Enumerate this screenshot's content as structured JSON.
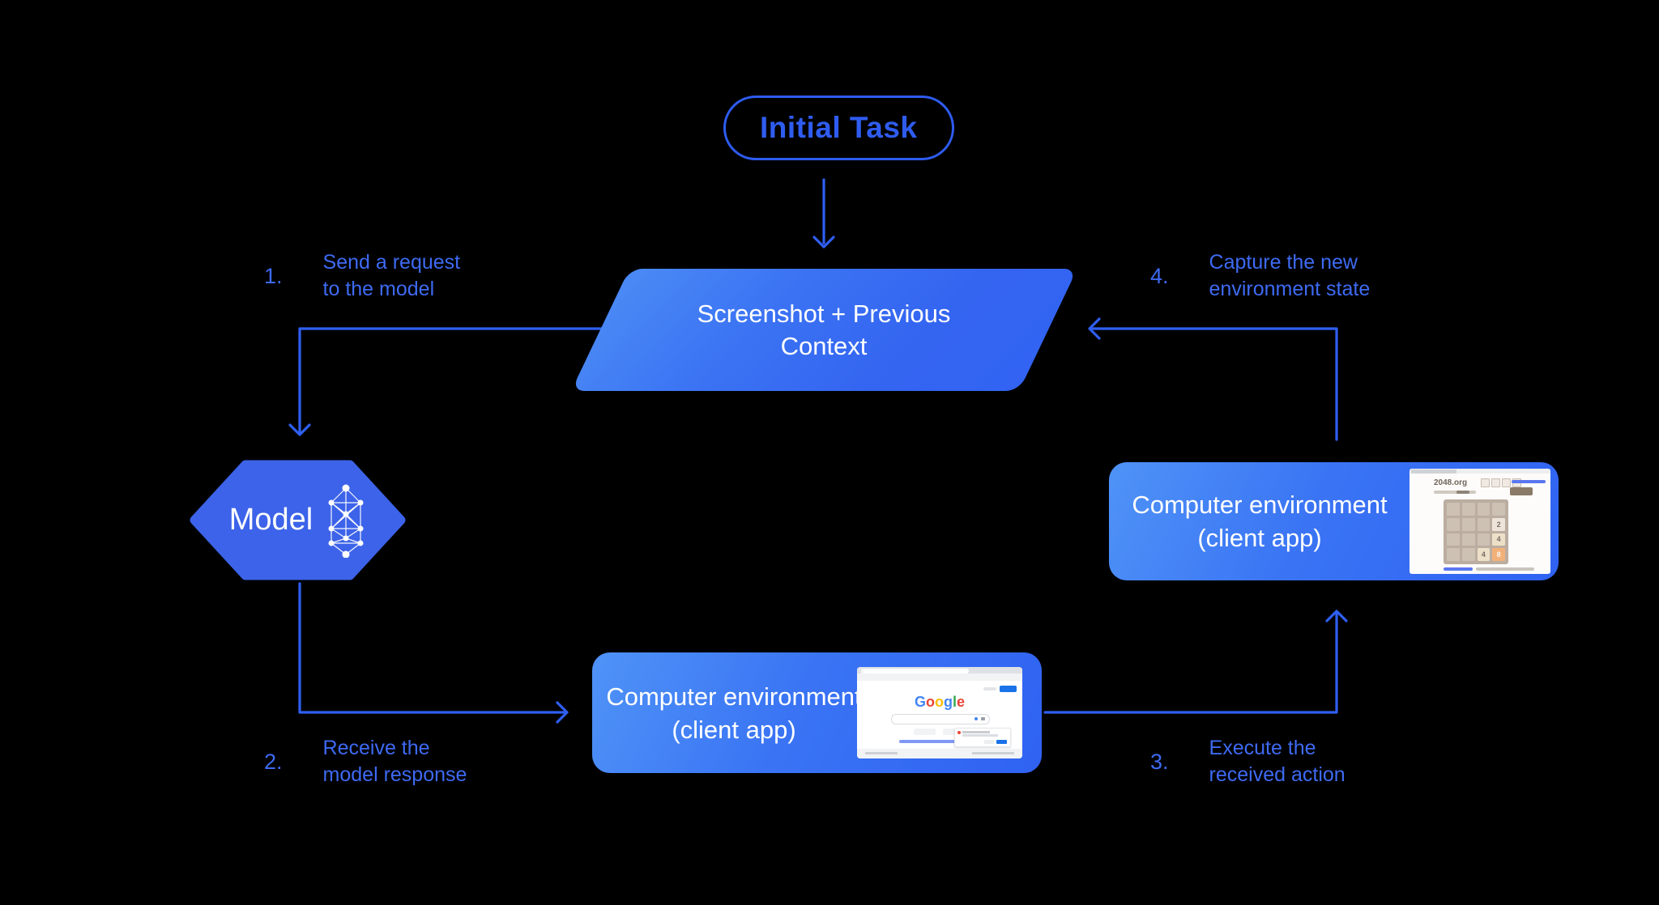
{
  "colors": {
    "background": "#000000",
    "connector_blue": "#2f5ff2",
    "label_blue": "#3e6af2",
    "pill_blue": "#2e5cf0",
    "shape_gradient_light": "#4f93f7",
    "shape_gradient_dark": "#2f62f2",
    "hexagon_blue": "#3c63e9",
    "tile_2_bg": "#eee4da",
    "tile_4_bg": "#ede0c8",
    "tile_8_bg": "#f2b179"
  },
  "initial_task": {
    "label": "Initial Task"
  },
  "screenshot_box": {
    "line1": "Screenshot + Previous",
    "line2": "Context"
  },
  "model": {
    "label": "Model"
  },
  "env_bottom": {
    "line1": "Computer environment",
    "line2": "(client app)"
  },
  "env_right": {
    "line1": "Computer environment",
    "line2": "(client app)"
  },
  "steps": {
    "s1": {
      "num": "1.",
      "line1": "Send a request",
      "line2": "to the model"
    },
    "s2": {
      "num": "2.",
      "line1": "Receive the",
      "line2": "model response"
    },
    "s3": {
      "num": "3.",
      "line1": "Execute the",
      "line2": "received action"
    },
    "s4": {
      "num": "4.",
      "line1": "Capture the new",
      "line2": "environment state"
    }
  },
  "google_thumbnail": {
    "logo": [
      {
        "ch": "G",
        "style": "color:#4285f4"
      },
      {
        "ch": "o",
        "style": "color:#ea4335"
      },
      {
        "ch": "o",
        "style": "color:#fbbc05"
      },
      {
        "ch": "g",
        "style": "color:#4285f4"
      },
      {
        "ch": "l",
        "style": "color:#34a853"
      },
      {
        "ch": "e",
        "style": "color:#ea4335"
      }
    ]
  },
  "game_thumbnail": {
    "site": "2048.org",
    "tile_2": "2",
    "tile_4a": "4",
    "tile_4b": "4",
    "tile_8": "8"
  }
}
